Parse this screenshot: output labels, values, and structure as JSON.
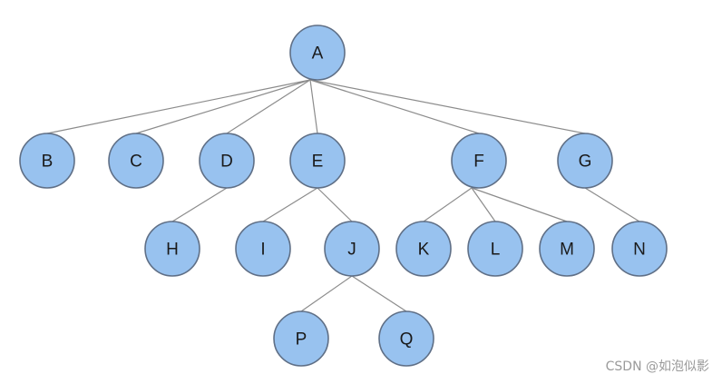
{
  "colors": {
    "node_fill": "#98c2ef",
    "node_stroke": "#5f6f86",
    "edge": "#8c8c8c",
    "label": "#1a1a1a"
  },
  "tree": {
    "nodes": [
      "A",
      "B",
      "C",
      "D",
      "E",
      "F",
      "G",
      "H",
      "I",
      "J",
      "K",
      "L",
      "M",
      "N",
      "P",
      "Q"
    ],
    "edges": [
      [
        "A",
        "B"
      ],
      [
        "A",
        "C"
      ],
      [
        "A",
        "D"
      ],
      [
        "A",
        "E"
      ],
      [
        "A",
        "F"
      ],
      [
        "A",
        "G"
      ],
      [
        "D",
        "H"
      ],
      [
        "E",
        "I"
      ],
      [
        "E",
        "J"
      ],
      [
        "J",
        "P"
      ],
      [
        "J",
        "Q"
      ],
      [
        "F",
        "K"
      ],
      [
        "F",
        "L"
      ],
      [
        "F",
        "M"
      ],
      [
        "G",
        "N"
      ]
    ]
  },
  "watermark": "CSDN @如泡似影"
}
